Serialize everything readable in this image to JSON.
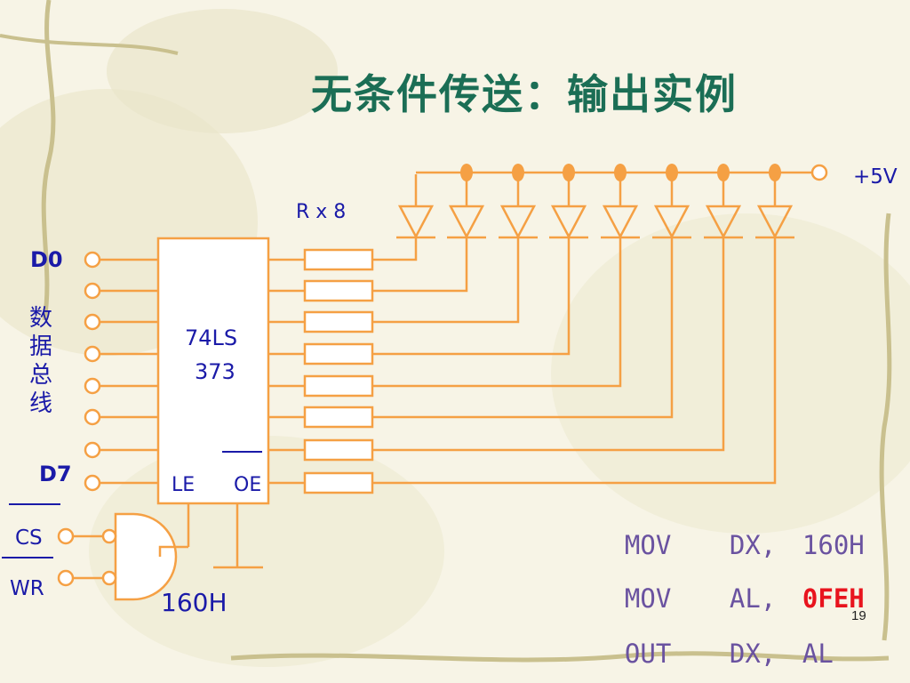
{
  "slide": {
    "title": "无条件传送：输出实例",
    "page_number": "19"
  },
  "colors": {
    "title": "#1b6e55",
    "wire": "#f5a044",
    "label_blue": "#1a1aa8",
    "code": "#6a52a0",
    "highlight": "#e8141e"
  },
  "circuit": {
    "d0_label": "D0",
    "d7_label": "D7",
    "bus_label_chars": [
      "数",
      "据",
      "总",
      "线"
    ],
    "chip_name": "74LS",
    "chip_number": "373",
    "le_pin": "LE",
    "oe_pin": "OE",
    "resistor_label": "R x 8",
    "vcc_label": "+5V",
    "cs_label": "CS",
    "wr_label": "WR",
    "address_label": "160H"
  },
  "code": [
    {
      "op": "MOV",
      "arg1": "DX,",
      "arg2": "160H",
      "highlight": false
    },
    {
      "op": "MOV",
      "arg1": "AL,",
      "arg2": "0FEH",
      "highlight": true
    },
    {
      "op": "OUT",
      "arg1": "DX,",
      "arg2": "AL",
      "highlight": false
    }
  ]
}
